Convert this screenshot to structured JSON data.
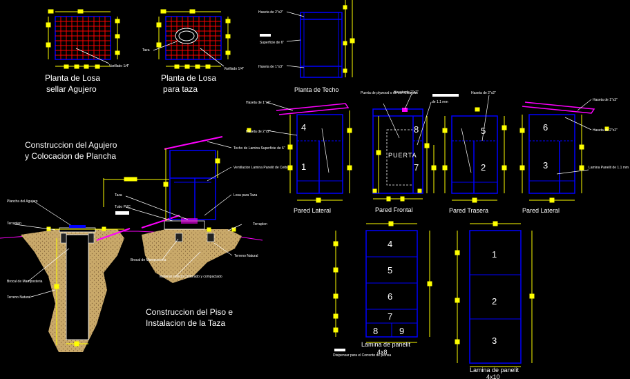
{
  "titles": {
    "losa_sellar": [
      "Planta de Losa",
      "sellar Agujero"
    ],
    "losa_taza": [
      "Planta de Losa",
      "para taza"
    ],
    "agujero": [
      "Construccion del Agujero",
      "y Colocacion de Plancha"
    ],
    "piso": [
      "Construccion del Piso e",
      "Instalacion de la Taza"
    ],
    "techo": "Planta de Techo",
    "pared_lateral_izq": "Pared Lateral",
    "pared_frontal": "Pared Frontal",
    "pared_trasera": "Pared Trasera",
    "pared_lateral_der": "Pared Lateral",
    "lamina_4x8": [
      "Lamina de panelit",
      "4x8"
    ],
    "lamina_4x10": [
      "Lamina de panelit",
      "4x10"
    ]
  },
  "small_labels": {
    "varilla_1": "Varillado 1/4\"",
    "varilla_2": "Varillado 1/4\"",
    "taza": "Taza",
    "hasta_top": "Haseta de 2\"x2\"",
    "superficie": "Superficie de 6\"",
    "hasta_bottom": "Haseta de 1\"x3\"",
    "techo_label": "Techo de Lamina Superficie de 6\"",
    "ventilacion": "Ventilacion Lamina Panelit de Ceiba",
    "taza_label": "Taza",
    "tubo_pvc": "Tubo PVC",
    "losa_taza_lbl": "Losa para Taza",
    "plancha": "Plancha del Agujero",
    "terraplen_l": "Terraplen",
    "terraplen_r": "Terraplen",
    "encofrado_l": "Brocal de Mamposteria",
    "encofrado_m": "Brocal de Mamposteria",
    "material": "Material selecto Cimbrado y compactado",
    "terreno_l": "Terreno Natural",
    "terreno_r": "Terreno Natural",
    "l_hasta_1": "Haseta de 1\"x3\"",
    "l_hasta_2": "Haseta de 2\"x2\"",
    "f_puerta_lbl": "Puerta de plywood o de con Bisagras",
    "f_hasta": "Haseta de 2\"x2\"",
    "f_lamina": "de 1.1 mm",
    "t_hasta": "Haseta de 2\"x2\"",
    "r_hasta_1": "Haseta de 1\"x3\"",
    "r_hasta_2": "Haseta de 2\"x2\"",
    "r_lamina": "Lamina Panelit de 1.1 mm",
    "despiece": "Disipensar para el Corrente de plonsa"
  },
  "panel_numbers": {
    "lateral_izq": [
      "4",
      "1"
    ],
    "frontal": [
      "8",
      "7"
    ],
    "frontal_door": "PUERTA",
    "trasera": [
      "5",
      "2"
    ],
    "lateral_der": [
      "6",
      "3"
    ],
    "lamina_4x8": [
      "4",
      "5",
      "6",
      "7",
      "8",
      "9"
    ],
    "lamina_4x10": [
      "1",
      "2",
      "3"
    ]
  },
  "colors": {
    "background": "#000000",
    "dimension": "#ffff00",
    "outline": "#0000ff",
    "grid": "#ff0000",
    "roof": "#ff00ff",
    "soil": "#c9a96a",
    "text": "#ffffff",
    "ground": "#ff00ff"
  }
}
